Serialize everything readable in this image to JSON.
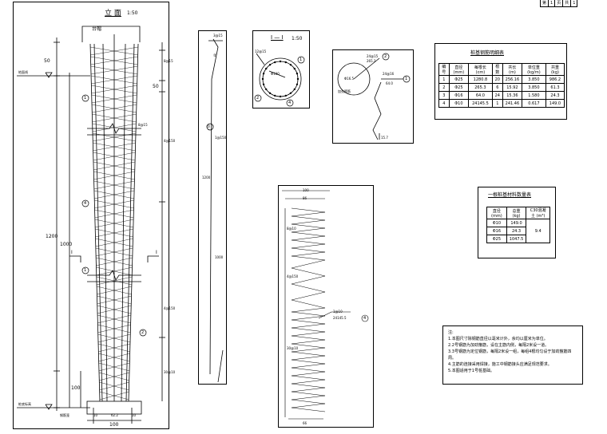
{
  "page_header": {
    "cells": [
      "第",
      "1",
      "页",
      "共",
      "1"
    ]
  },
  "elevation": {
    "title": "立 面",
    "scale": "1:50",
    "top_label": "台帽",
    "left_level_top": "地面线",
    "left_level_bottom": "桩底标高",
    "bottom_side_label": "钢筋笼",
    "dims_left": [
      "50",
      "1200",
      "1000",
      "100"
    ],
    "dims_right": [
      "8@15",
      "50",
      "4@150",
      "4@150",
      "30@10"
    ],
    "dims_bottom": [
      "10",
      "62.2",
      "10",
      "100"
    ],
    "bar_marks": [
      "1",
      "4",
      "1",
      "2"
    ],
    "section_marks": [
      "I",
      "I"
    ],
    "spacing_label": "8@15"
  },
  "bar_sketch": {
    "labels": [
      "①",
      "②"
    ],
    "dims": [
      "3@15",
      "1200",
      "1@150",
      "1000"
    ]
  },
  "section": {
    "title": "I — I",
    "scale": "1:50",
    "marks": [
      "1",
      "2",
      "4"
    ],
    "dims": [
      "12@15",
      "Φ100"
    ]
  },
  "hoop_detail": {
    "labels": [
      "24@15",
      "265.3",
      "24@16",
      "64.0",
      "Φ16.5",
      "加劲箍筋",
      "15.7"
    ],
    "marks": [
      "2",
      "1"
    ]
  },
  "spiral": {
    "dims_top": [
      "100",
      "86"
    ],
    "dims_left": [
      "8@10",
      "4@150",
      "30@10"
    ],
    "dims_bottom": "66",
    "callout": "1@10",
    "callout_len": "24145.5",
    "callout_mark": "4"
  },
  "rebar_table": {
    "title": "桩基钢筋明细表",
    "headers": [
      "编号",
      "直径 (mm)",
      "每根长 (cm)",
      "根数",
      "共长 (m)",
      "单位重 (kg/m)",
      "共重 (kg)"
    ],
    "rows": [
      [
        "1",
        "Φ25",
        "1280.8",
        "20",
        "256.16",
        "3.850",
        "986.2"
      ],
      [
        "2",
        "Φ25",
        "265.3",
        "6",
        "15.92",
        "3.850",
        "61.3"
      ],
      [
        "3",
        "Φ16",
        "64.0",
        "24",
        "15.36",
        "1.580",
        "24.3"
      ],
      [
        "4",
        "Φ10",
        "24145.5",
        "1",
        "241.46",
        "0.617",
        "149.0"
      ]
    ]
  },
  "material_table": {
    "title": "一根桩基材料数量表",
    "headers": [
      "直径 (mm)",
      "总重 (kg)",
      "C30混凝土 (m³)"
    ],
    "rows": [
      [
        "Φ10",
        "149.0"
      ],
      [
        "Φ16",
        "24.3"
      ],
      [
        "Φ25",
        "1047.5"
      ]
    ],
    "concrete": "9.4"
  },
  "notes": {
    "title": "注:",
    "items": [
      "1.本图尺寸除钢筋直径以毫米计外，余均以厘米为单位。",
      "2.2号钢筋为加劲箍筋，设在主筋内侧，每隔2米设一道。",
      "3.3号钢筋为定位钢筋，每隔2米设一组，每组4根均匀设于加劲箍筋四",
      "  周。",
      "4.主筋的连接采用焊接，施工中钢筋接头应满足规范要求。",
      "5.本图适用于1号桩基础。"
    ]
  }
}
